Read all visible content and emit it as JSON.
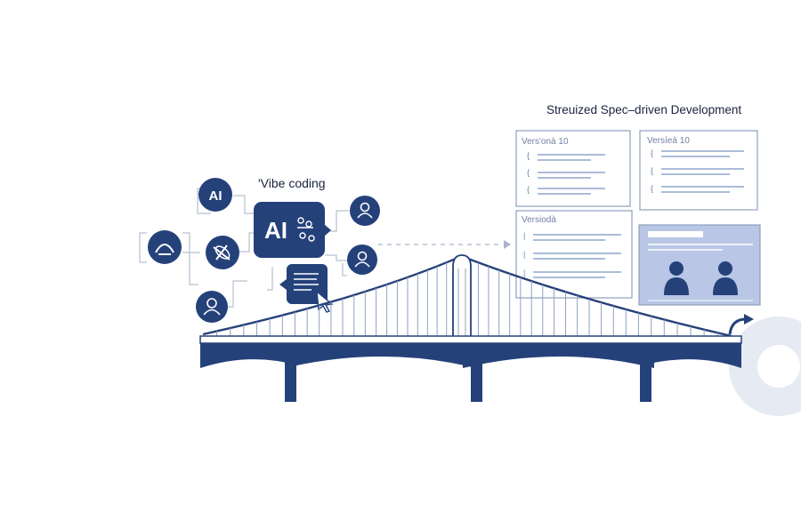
{
  "left_section": {
    "label": "'Vibe coding",
    "ai_badge_small": "AI",
    "ai_chat_bubble": "AI"
  },
  "right_section": {
    "title": "Streuized Spec–driven Development",
    "docs": [
      {
        "label": "Vers'onà 10"
      },
      {
        "label": "Versíeà 10"
      },
      {
        "label": "Versiodà"
      }
    ]
  },
  "colors": {
    "navy": "#25417a",
    "line_gray": "#b6bfd0",
    "doc_border": "#8e9fbf",
    "doc_line": "#8fa6cc",
    "panel_fill": "#b9c6e6"
  },
  "icons": {
    "left_cluster": [
      "ai-badge-icon",
      "hands-icon",
      "compass-icon",
      "person-icon",
      "person-icon",
      "person-icon",
      "ai-chat-icon",
      "code-chat-icon",
      "cursor-icon"
    ],
    "right_cluster": [
      "document-icon",
      "document-icon",
      "document-icon",
      "team-panel-icon",
      "arrow-icon"
    ]
  }
}
